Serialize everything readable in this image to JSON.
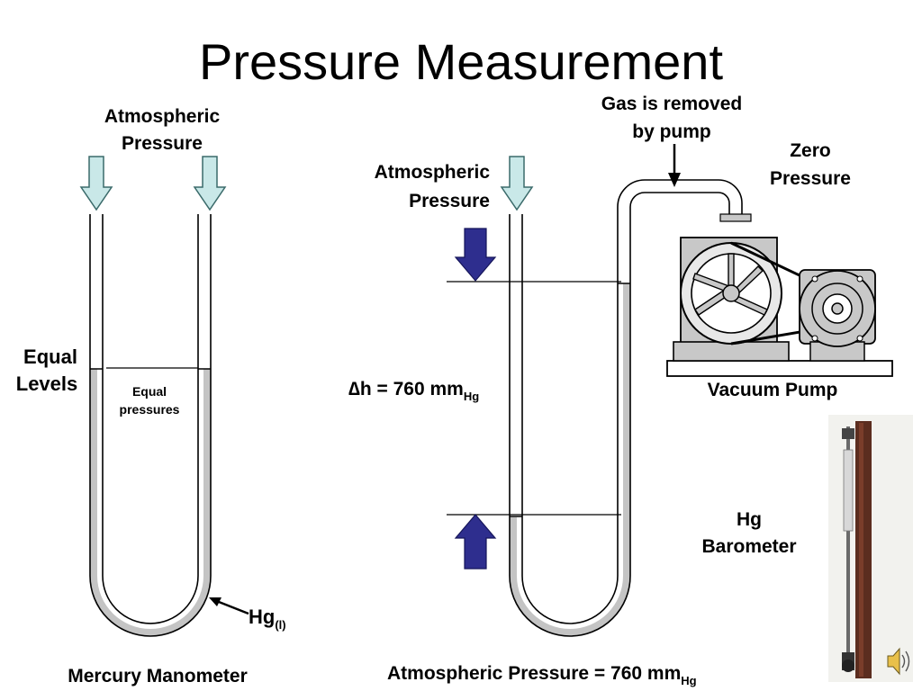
{
  "slide": {
    "title": "Pressure Measurement"
  },
  "manometer": {
    "atm_label_line1": "Atmospheric",
    "atm_label_line2": "Pressure",
    "equal_levels_line1": "Equal",
    "equal_levels_line2": "Levels",
    "equal_pressures_line1": "Equal",
    "equal_pressures_line2": "pressures",
    "hg_label": "Hg",
    "hg_subscript": "(l)",
    "caption": "Mercury Manometer"
  },
  "barometer": {
    "gas_removed_line1": "Gas is removed",
    "gas_removed_line2": "by pump",
    "zero_pressure_line1": "Zero",
    "zero_pressure_line2": "Pressure",
    "atm_label_line1": "Atmospheric",
    "atm_label_line2": "Pressure",
    "delta_h_label": "∆h = 760 mm",
    "delta_h_subscript": "Hg",
    "vacuum_pump": "Vacuum Pump",
    "hg_barometer_line1": "Hg",
    "hg_barometer_line2": "Barometer",
    "caption_main": "Atmospheric Pressure = 760 mm",
    "caption_subscript": "Hg"
  },
  "colors": {
    "mercury": "#c4c4c4",
    "light_arrow": "#c9e8e8",
    "dark_arrow": "#2e2e8e",
    "pump_gray": "#c8c8c8"
  }
}
